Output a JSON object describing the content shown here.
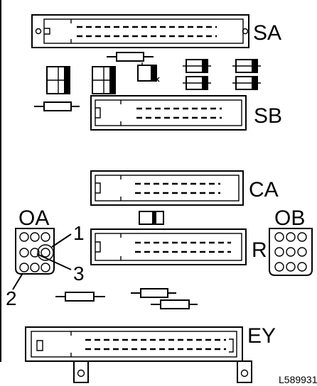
{
  "labels": {
    "sa": "SA",
    "sb": "SB",
    "ca": "CA",
    "oa": "OA",
    "ob": "OB",
    "r": "R",
    "ey": "EY",
    "pin1": "1",
    "pin2": "2",
    "pin3": "3",
    "reference": "L589931"
  }
}
